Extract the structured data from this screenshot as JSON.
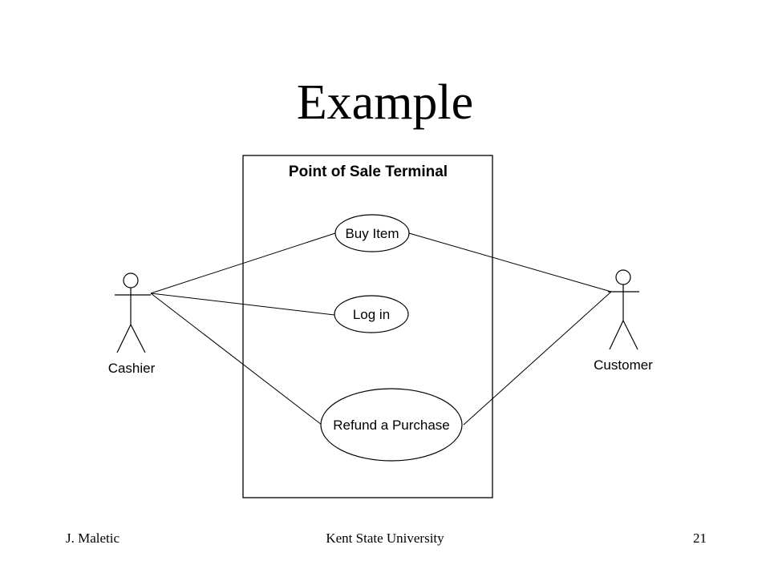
{
  "slide": {
    "title": "Example"
  },
  "diagram": {
    "system_boundary": {
      "label": "Point of Sale Terminal"
    },
    "actors": [
      {
        "id": "cashier",
        "name": "Cashier"
      },
      {
        "id": "customer",
        "name": "Customer"
      }
    ],
    "use_cases": [
      {
        "id": "buy-item",
        "name": "Buy Item"
      },
      {
        "id": "log-in",
        "name": "Log in"
      },
      {
        "id": "refund-purchase",
        "name": "Refund a Purchase"
      }
    ],
    "associations": [
      {
        "from": "cashier",
        "to": "buy-item"
      },
      {
        "from": "cashier",
        "to": "log-in"
      },
      {
        "from": "cashier",
        "to": "refund-purchase"
      },
      {
        "from": "customer",
        "to": "buy-item"
      },
      {
        "from": "customer",
        "to": "refund-purchase"
      }
    ]
  },
  "footer": {
    "author": "J. Maletic",
    "institution": "Kent State University",
    "page_number": "21"
  }
}
